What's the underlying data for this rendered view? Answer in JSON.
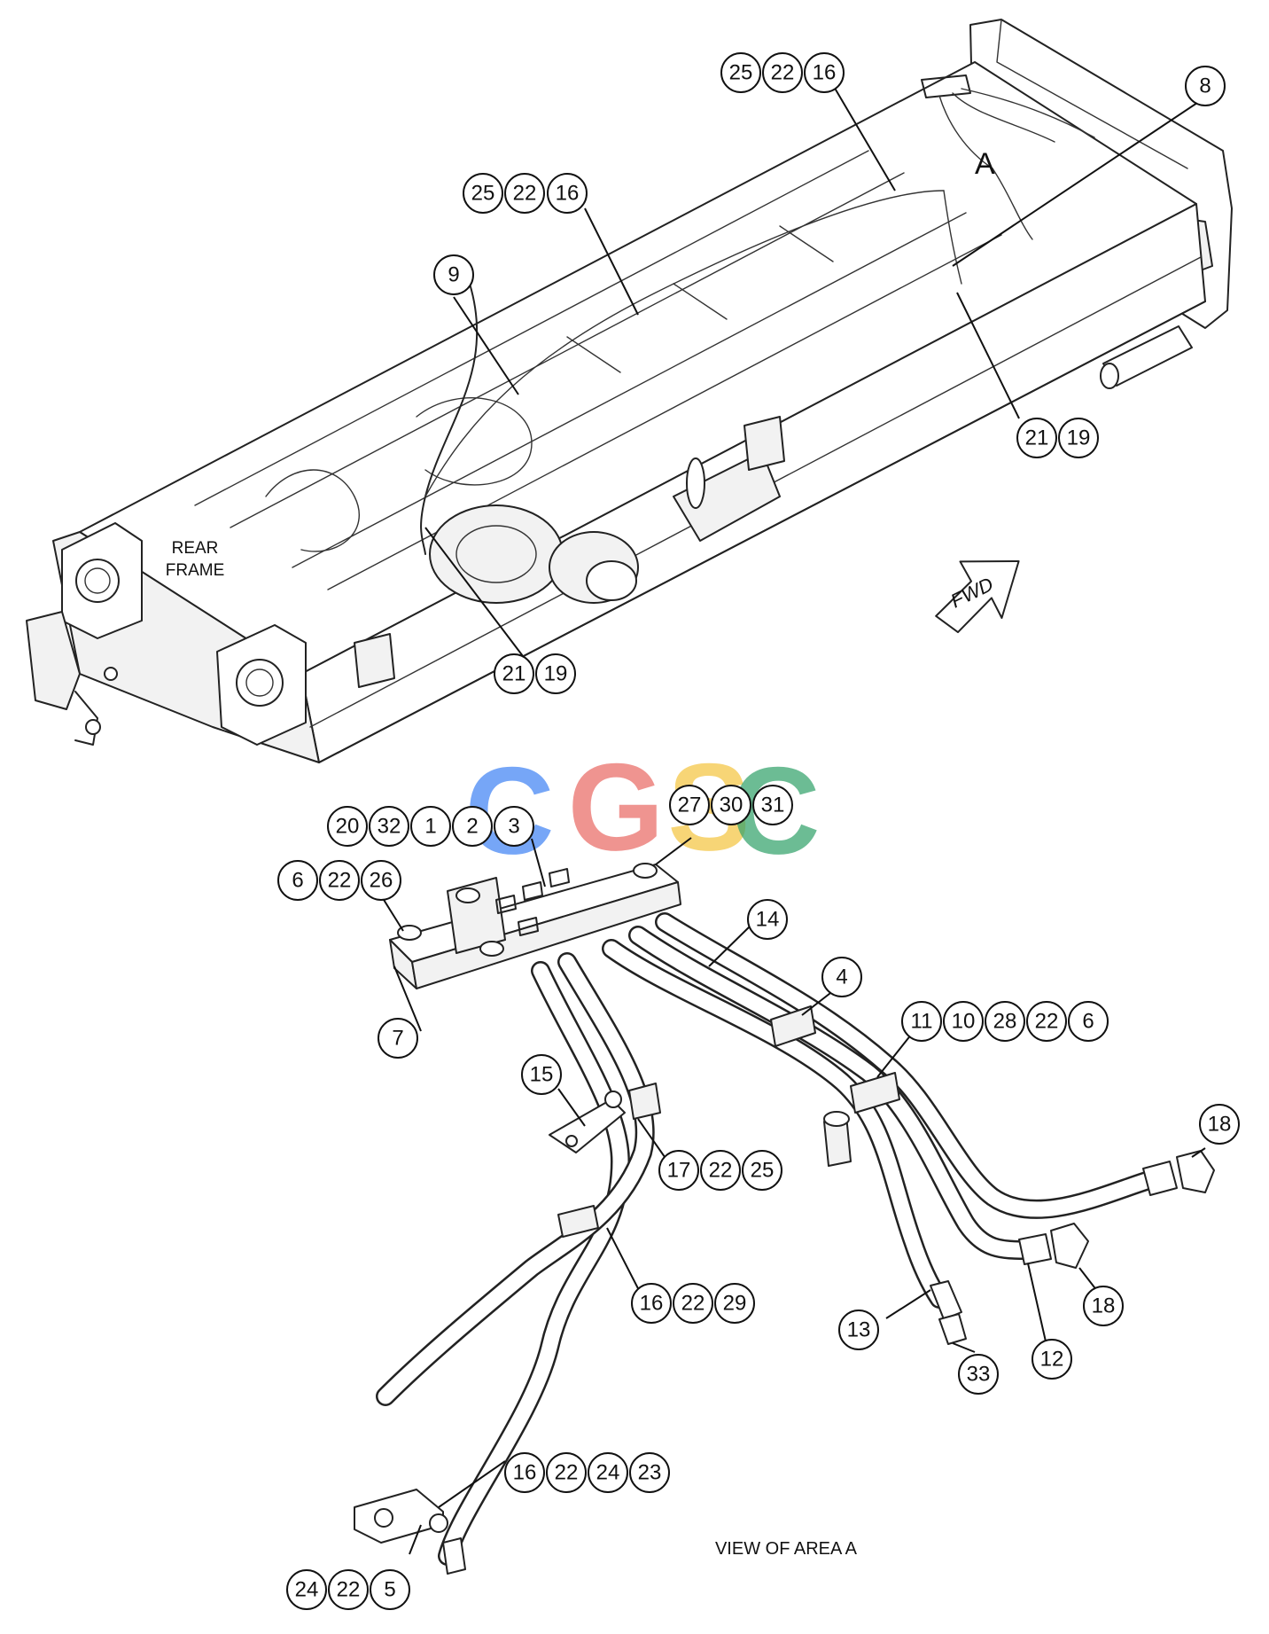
{
  "labels": {
    "rear_frame_line1": "REAR",
    "rear_frame_line2": "FRAME",
    "area_marker": "A",
    "fwd_arrow": "FWD",
    "view_caption": "VIEW OF AREA A"
  },
  "watermark": {
    "letters": [
      "C",
      "G",
      "S",
      "C"
    ],
    "colors": [
      "#4285f4",
      "#ea6b66",
      "#f4c542",
      "#34a36b"
    ]
  },
  "callouts": {
    "frame": {
      "c1": [
        "25",
        "22",
        "16"
      ],
      "c2": [
        "8"
      ],
      "c3": [
        "25",
        "22",
        "16"
      ],
      "c4": [
        "9"
      ],
      "c5": [
        "21",
        "19"
      ],
      "c6": [
        "21",
        "19"
      ]
    },
    "view_a": {
      "c1": [
        "20",
        "32",
        "1",
        "2",
        "3"
      ],
      "c2": [
        "27",
        "30",
        "31"
      ],
      "c3": [
        "6",
        "22",
        "26"
      ],
      "c4": [
        "14"
      ],
      "c5": [
        "4"
      ],
      "c6": [
        "7"
      ],
      "c7": [
        "11",
        "10",
        "28",
        "22",
        "6"
      ],
      "c8": [
        "15"
      ],
      "c9": [
        "18"
      ],
      "c10": [
        "17",
        "22",
        "25"
      ],
      "c11": [
        "16",
        "22",
        "29"
      ],
      "c12": [
        "13"
      ],
      "c13": [
        "18"
      ],
      "c14": [
        "12"
      ],
      "c15": [
        "33"
      ],
      "c16": [
        "16",
        "22",
        "24",
        "23"
      ],
      "c17": [
        "24",
        "22",
        "5"
      ]
    }
  }
}
